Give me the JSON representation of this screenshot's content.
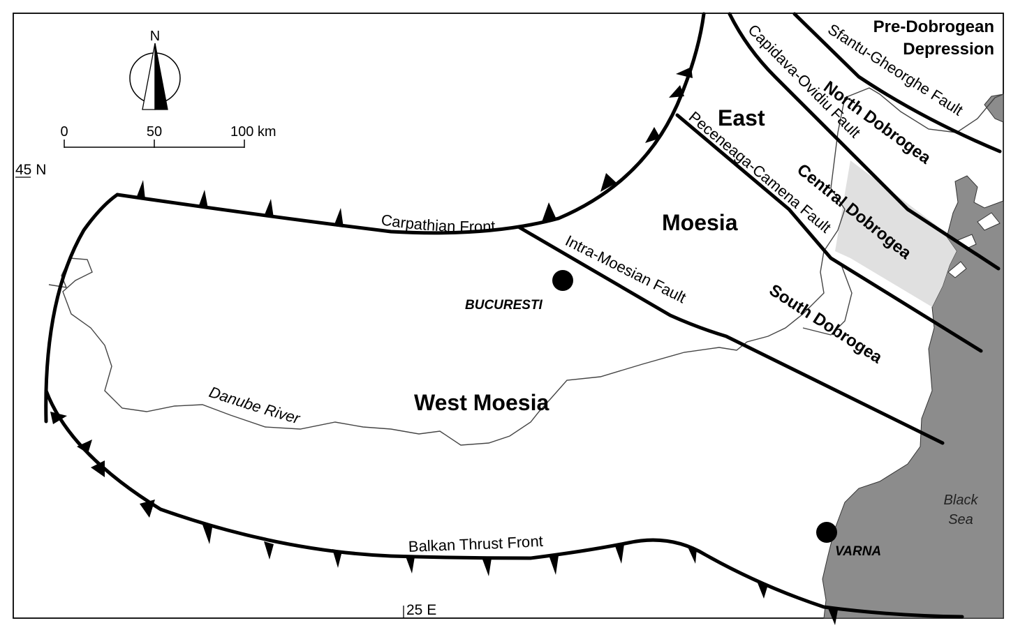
{
  "map": {
    "north_arrow_label": "N",
    "scale": {
      "tick_0": "0",
      "tick_1": "50",
      "tick_2": "100 km"
    },
    "lat_label": "45 N",
    "lon_label": "25 E",
    "regions": {
      "pre_dobrogean_line1": "Pre-Dobrogean",
      "pre_dobrogean_line2": "Depression",
      "east": "East",
      "moesia": "Moesia",
      "west_moesia": "West Moesia",
      "north_dobrogea": "North Dobrogea",
      "central_dobrogea": "Central Dobrogea",
      "south_dobrogea": "South Dobrogea"
    },
    "faults": {
      "sfantu_gheorghe": "Sfantu-Gheorghe Fault",
      "capidava_ovidiu": "Capidava-Ovidiu Fault",
      "peceneaga_camena": "Peceneaga-Camena Fault",
      "intra_moesian": "Intra-Moesian Fault",
      "carpathian_front": "Carpathian Front",
      "balkan_thrust_front": "Balkan Thrust Front"
    },
    "river": "Danube River",
    "cities": {
      "bucuresti": "BUCURESTI",
      "varna": "VARNA"
    },
    "sea_line1": "Black",
    "sea_line2": "Sea",
    "colors": {
      "sea": "#8c8c8c",
      "central_dobrogea_fill": "#e0e0e0",
      "lines": "#000000",
      "river": "#444444"
    }
  }
}
